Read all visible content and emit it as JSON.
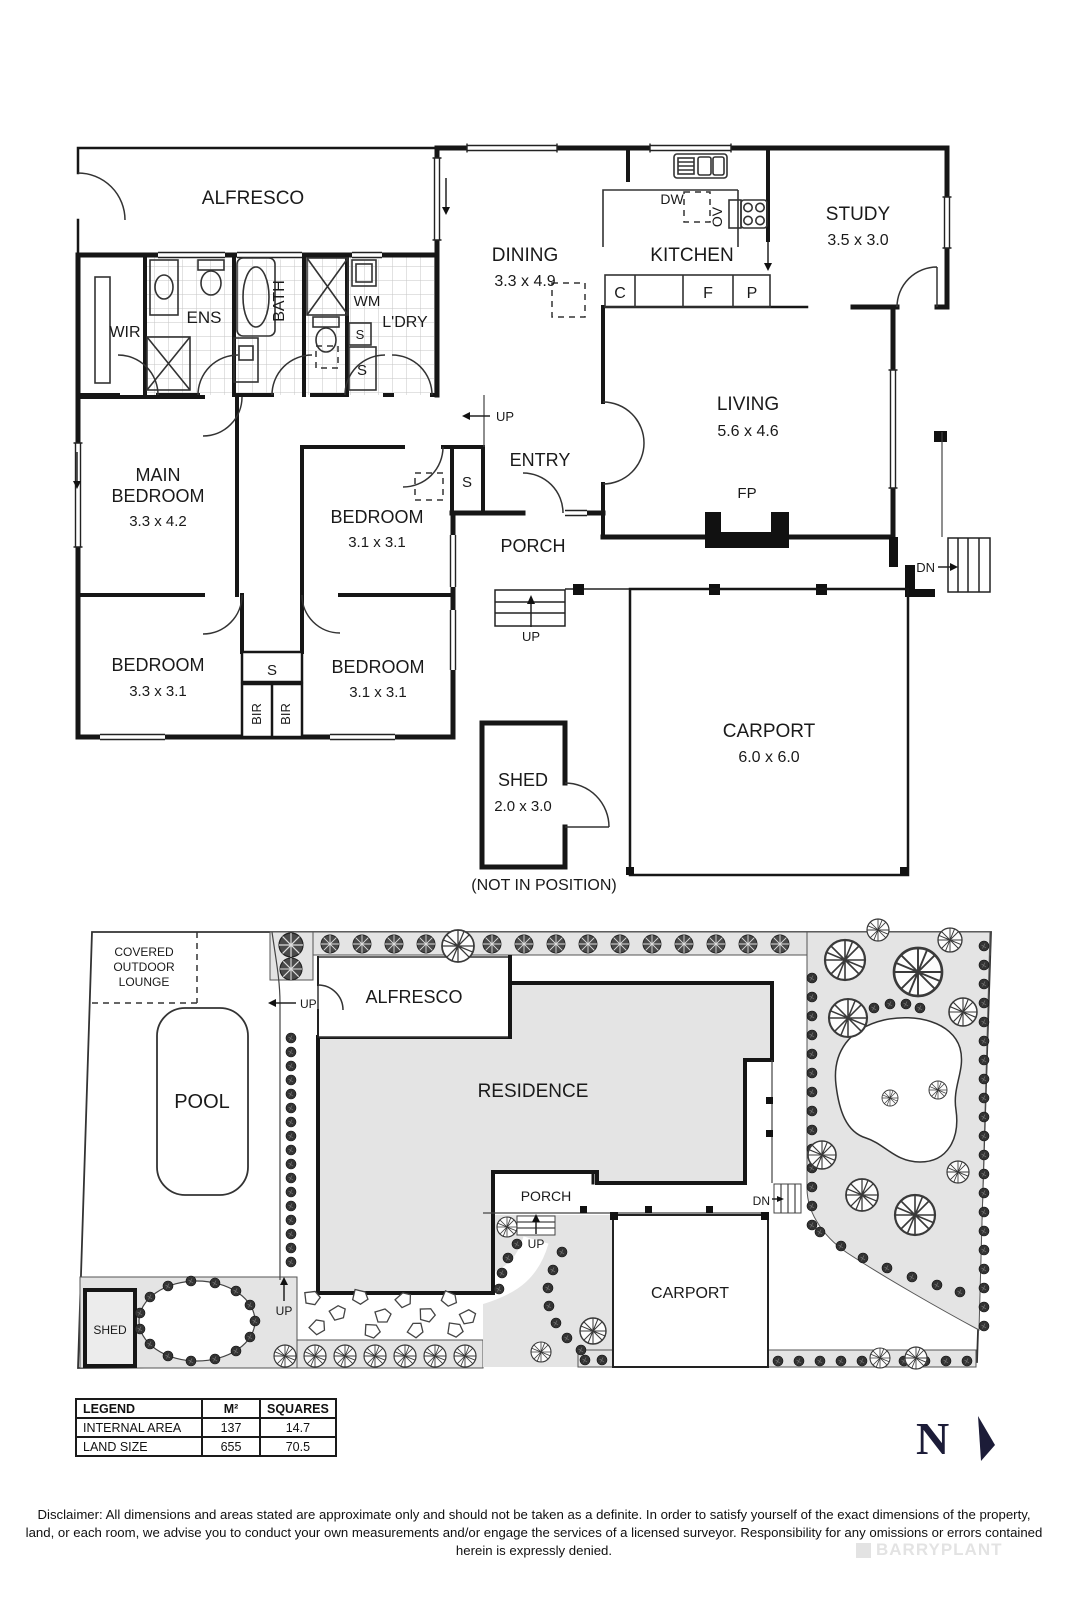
{
  "floor_plan": {
    "rooms": {
      "alfresco": {
        "name": "ALFRESCO"
      },
      "dining": {
        "name": "DINING",
        "dim": "3.3 x 4.9"
      },
      "kitchen": {
        "name": "KITCHEN"
      },
      "study": {
        "name": "STUDY",
        "dim": "3.5 x 3.0"
      },
      "living": {
        "name": "LIVING",
        "dim": "5.6 x 4.6"
      },
      "entry": {
        "name": "ENTRY"
      },
      "porch": {
        "name": "PORCH"
      },
      "main_bedroom": {
        "line1": "MAIN",
        "line2": "BEDROOM",
        "dim": "3.3 x 4.2"
      },
      "bedroom2": {
        "name": "BEDROOM",
        "dim": "3.1 x 3.1"
      },
      "bedroom3": {
        "name": "BEDROOM",
        "dim": "3.3 x 3.1"
      },
      "bedroom4": {
        "name": "BEDROOM",
        "dim": "3.1 x 3.1"
      },
      "carport": {
        "name": "CARPORT",
        "dim": "6.0 x 6.0"
      },
      "shed": {
        "name": "SHED",
        "dim": "2.0 x 3.0",
        "note": "(NOT IN POSITION)"
      },
      "wir": {
        "name": "WIR"
      },
      "ens": {
        "name": "ENS"
      },
      "bath": {
        "name": "BATH"
      },
      "ldry": {
        "name": "L'DRY"
      }
    },
    "labels": {
      "s": "S",
      "bir": "BIR",
      "wm": "WM",
      "c": "C",
      "f": "F",
      "p": "P",
      "dw": "DW",
      "ov": "OV",
      "fp": "FP",
      "up": "UP",
      "dn": "DN"
    }
  },
  "site_plan": {
    "covered_lounge": {
      "line1": "COVERED",
      "line2": "OUTDOOR",
      "line3": "LOUNGE"
    },
    "pool": "POOL",
    "alfresco": "ALFRESCO",
    "residence": "RESIDENCE",
    "porch": "PORCH",
    "carport": "CARPORT",
    "shed": "SHED",
    "up": "UP",
    "dn": "DN"
  },
  "legend": {
    "headers": [
      "LEGEND",
      "M²",
      "SQUARES"
    ],
    "rows": [
      {
        "label": "INTERNAL AREA",
        "m2": "137",
        "squares": "14.7"
      },
      {
        "label": "LAND SIZE",
        "m2": "655",
        "squares": "70.5"
      }
    ]
  },
  "compass": {
    "north": "N"
  },
  "watermark": "BARRYPLANT",
  "disclaimer": "Disclaimer: All dimensions and areas stated are approximate only and should not be taken as a definite. In order to satisfy yourself of the exact dimensions of the property, land, or each room, we advise you to conduct your own measurements and/or engage the services of a licensed surveyor. Responsibility for any omissions or errors contained herein is expressly denied."
}
